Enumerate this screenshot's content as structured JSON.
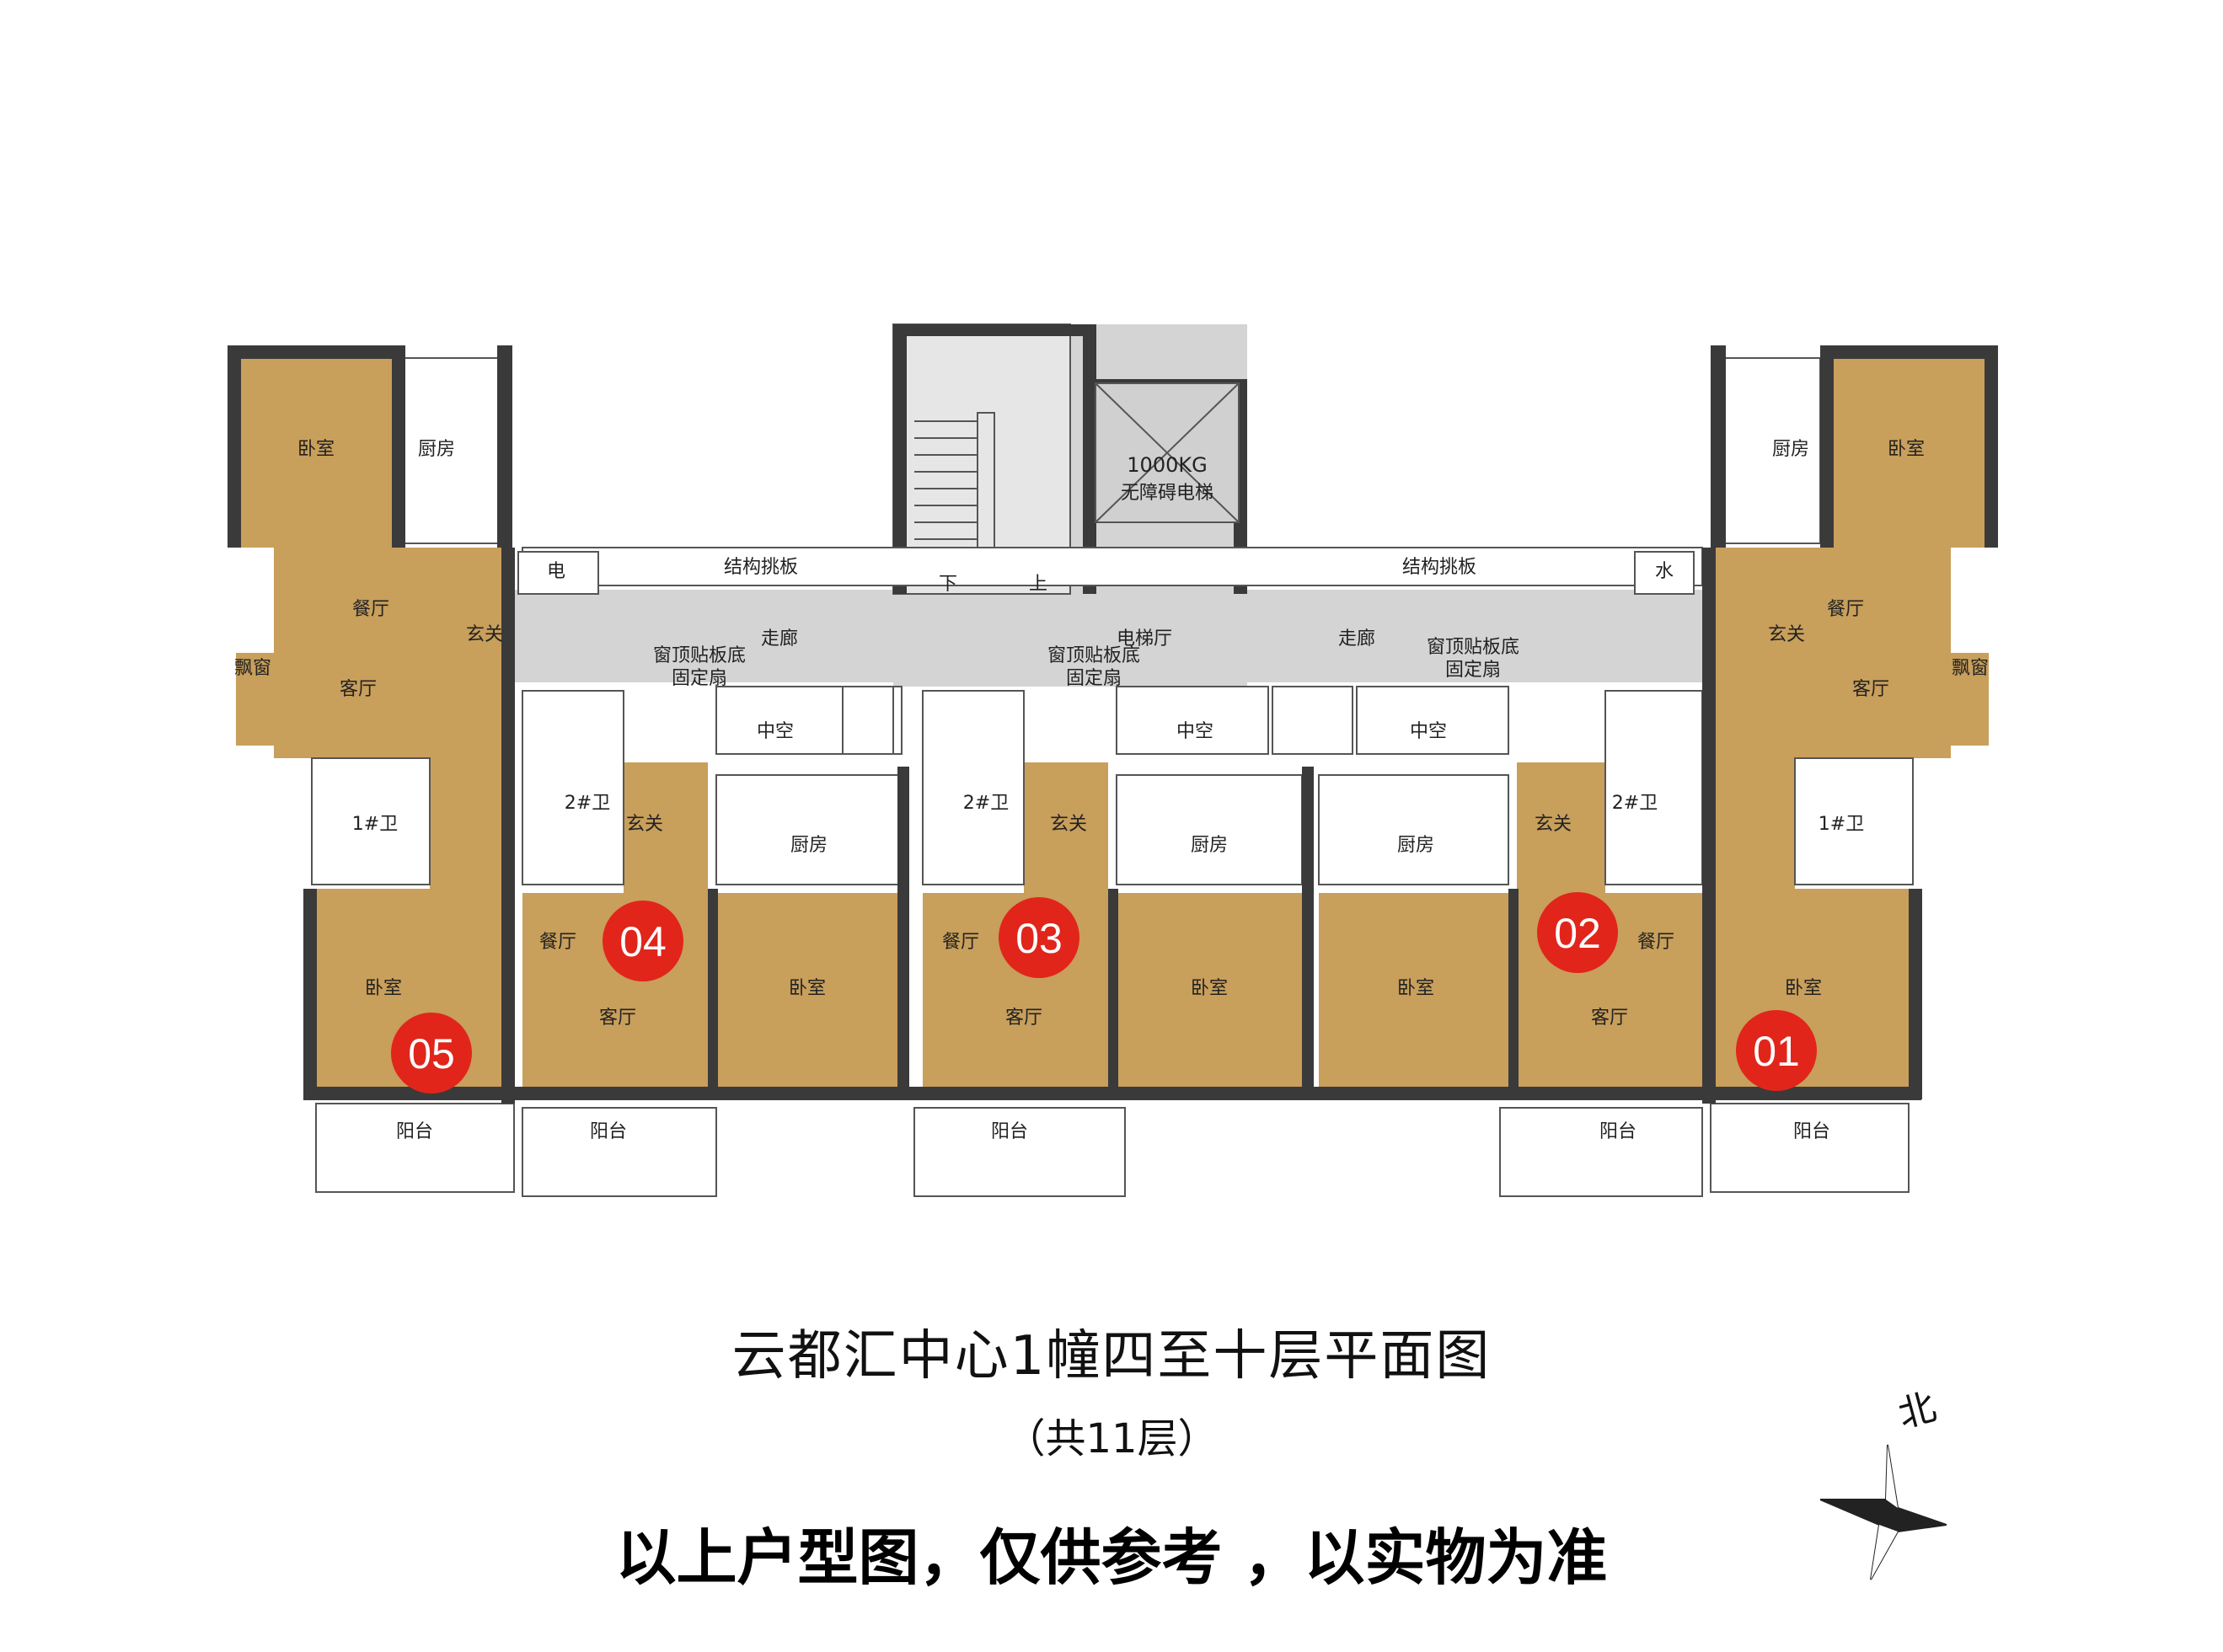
{
  "plan": {
    "labels": {
      "bedroom": "卧室",
      "kitchen": "厨房",
      "dining": "餐厅",
      "living": "客厅",
      "foyer": "玄关",
      "bay_window": "飘窗",
      "bath1": "1#卫",
      "bath2": "2#卫",
      "balcony": "阳台",
      "corridor": "走廊",
      "void": "中空",
      "elevator_hall": "电梯厅",
      "structural_slab": "结构挑板",
      "window_note_1": "窗顶贴板底",
      "window_note_2": "固定扇",
      "electric": "电",
      "water": "水",
      "stair_down": "下",
      "stair_up": "上",
      "elevator_capacity": "1000KG",
      "elevator_type": "无障碍电梯"
    },
    "units": [
      "01",
      "02",
      "03",
      "04",
      "05"
    ],
    "colors": {
      "unit_fill": "#c89f5b",
      "wall": "#3a3a3a",
      "common": "#d4d4d4",
      "badge": "#e1251b"
    }
  },
  "caption": {
    "title": "云都汇中心1幢四至十层平面图",
    "subtitle": "（共11层）",
    "disclaimer": "以上户型图，仅供参考 ，以实物为准"
  },
  "compass": {
    "north_label": "北",
    "icon": "north-arrow-icon"
  }
}
